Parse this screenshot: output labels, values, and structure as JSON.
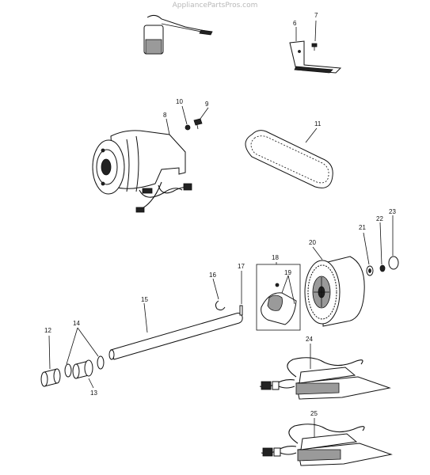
{
  "watermark": "AppliancePartsPros.com",
  "callouts": {
    "c6": "6",
    "c7": "7",
    "c8": "8",
    "c9": "9",
    "c10": "10",
    "c11": "11",
    "c12": "12",
    "c13": "13",
    "c14": "14",
    "c15": "15",
    "c16": "16",
    "c17": "17",
    "c18": "18",
    "c19": "19",
    "c20": "20",
    "c21": "21",
    "c22": "22",
    "c23": "23",
    "c24": "24",
    "c25": "25"
  }
}
